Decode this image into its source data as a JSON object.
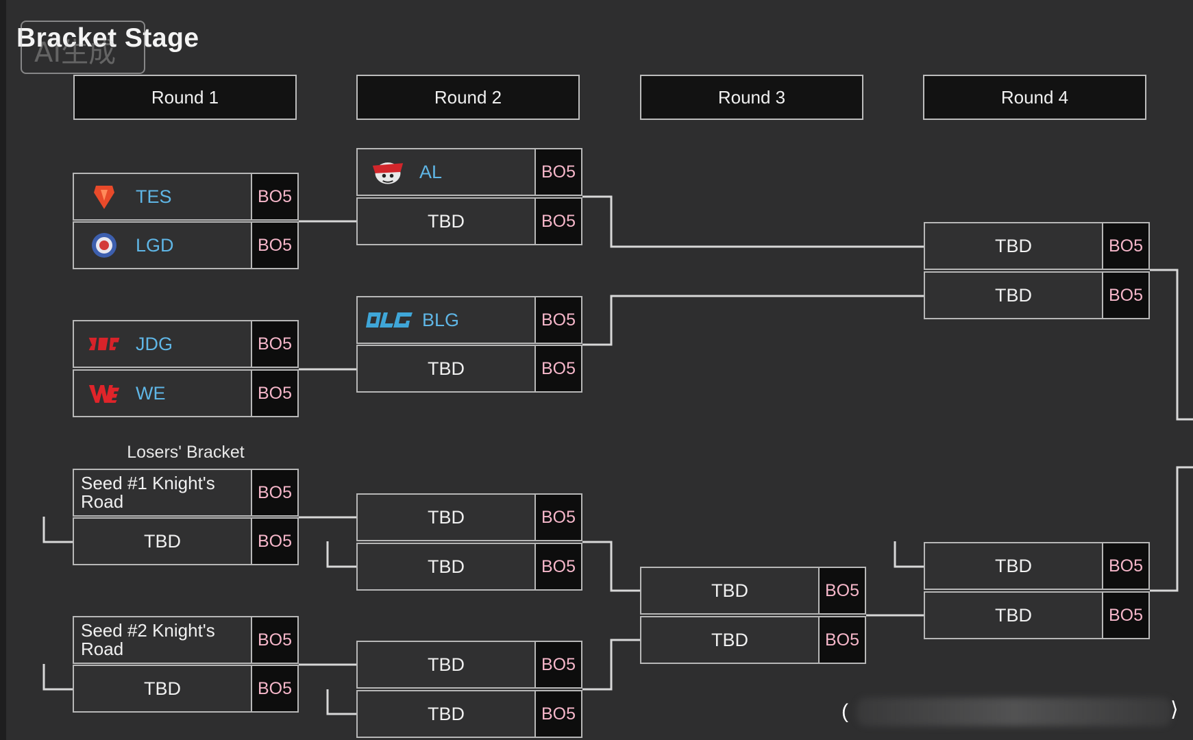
{
  "title": "Bracket Stage",
  "watermark": "AI生成",
  "rounds": [
    {
      "label": "Round 1"
    },
    {
      "label": "Round 2"
    },
    {
      "label": "Round 3"
    },
    {
      "label": "Round 4"
    }
  ],
  "losers_label": "Losers' Bracket",
  "format_label": "BO5",
  "matches": {
    "r1_m1": [
      {
        "name": "TES",
        "logo": "tes-logo-icon"
      },
      {
        "name": "LGD",
        "logo": "lgd-logo-icon"
      }
    ],
    "r1_m2": [
      {
        "name": "JDG",
        "logo": "jdg-logo-icon"
      },
      {
        "name": "WE",
        "logo": "we-logo-icon"
      }
    ],
    "r1_m3": [
      {
        "name": "Seed #1 Knight's Road"
      },
      {
        "name": "TBD"
      }
    ],
    "r1_m4": [
      {
        "name": "Seed #2 Knight's Road"
      },
      {
        "name": "TBD"
      }
    ],
    "r2_m1": [
      {
        "name": "AL",
        "logo": "al-logo-icon"
      },
      {
        "name": "TBD"
      }
    ],
    "r2_m2": [
      {
        "name": "BLG",
        "logo": "blg-logo-icon"
      },
      {
        "name": "TBD"
      }
    ],
    "r2_m3": [
      {
        "name": "TBD"
      },
      {
        "name": "TBD"
      }
    ],
    "r2_m4": [
      {
        "name": "TBD"
      },
      {
        "name": "TBD"
      }
    ],
    "r3_m1": [
      {
        "name": "TBD"
      },
      {
        "name": "TBD"
      }
    ],
    "r4_m1": [
      {
        "name": "TBD"
      },
      {
        "name": "TBD"
      }
    ],
    "r4_m2": [
      {
        "name": "TBD"
      },
      {
        "name": "TBD"
      }
    ]
  },
  "colors": {
    "background": "#2e2e2f",
    "slot_border": "#b8b8b8",
    "format_text": "#f6b7ca",
    "team_name_blue": "#5fb6e6"
  }
}
